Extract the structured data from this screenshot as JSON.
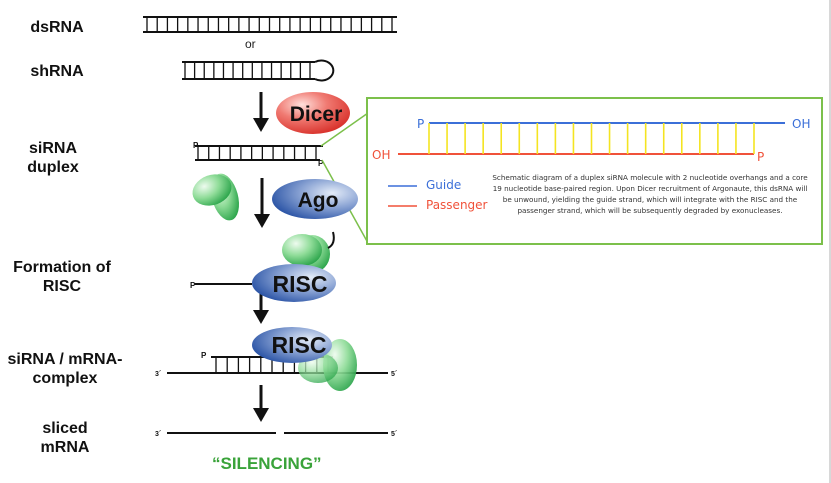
{
  "stages": [
    {
      "id": "dsrna",
      "label": "dsRNA"
    },
    {
      "id": "shrna",
      "label": "shRNA"
    },
    {
      "id": "sirna-duplex",
      "label": "siRNA\nduplex"
    },
    {
      "id": "formation-risc",
      "label": "Formation of\nRISC"
    },
    {
      "id": "sirna-mrna-complex",
      "label": "siRNA / mRNA-\ncomplex"
    },
    {
      "id": "sliced-mrna",
      "label": "sliced\nmRNA"
    }
  ],
  "or_label": "or",
  "enzymes": {
    "dicer": "Dicer",
    "ago": "Ago",
    "risc": "RISC"
  },
  "end_labels": {
    "phosphate": "P",
    "three_prime": "3´",
    "five_prime": "5´"
  },
  "silencing_label": "“SILENCING”",
  "callout": {
    "guide_5p": "P",
    "guide_3p": "OH",
    "passenger_3p": "OH",
    "passenger_5p": "P",
    "base_pairs": 19,
    "legend": [
      {
        "label": "Guide",
        "color": "#3b6fd8"
      },
      {
        "label": "Passenger",
        "color": "#f0523a"
      }
    ],
    "description": "Schematic diagram of a duplex siRNA molecule with 2 nucleotide overhangs and a core 19 nucleotide base-paired region.  Upon Dicer recruitment of Argonaute, this dsRNA will be unwound, yielding the guide strand, which will integrate with the RISC and the passenger strand, which will be subsequently degraded by exonucleases."
  },
  "colors": {
    "callout_border": "#7cc04b",
    "base_pair": "#f4e421",
    "dicer": "#e8453c",
    "ago_risc": "#3458a8",
    "protein_green": "#4cc066",
    "silencing": "#3aa33a"
  }
}
